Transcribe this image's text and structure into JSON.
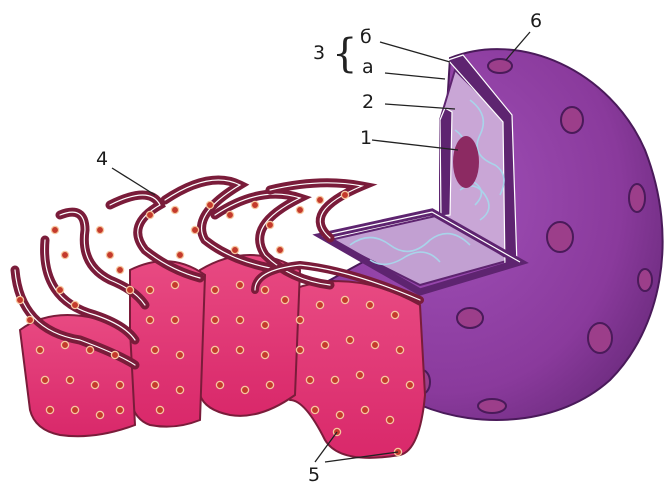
{
  "labels": {
    "l1": "1",
    "l2": "2",
    "l3": "3",
    "l3a": "а",
    "l3b": "б",
    "l4": "4",
    "l5": "5",
    "l6": "6",
    "brace": "{"
  },
  "colors": {
    "nucleus_outer": "#8a3a9c",
    "nucleus_dark": "#5e2470",
    "nucleoplasm": "#c9a6d6",
    "chromatin": "#a9d4ea",
    "nucleolus": "#8c2a62",
    "er_fill": "#e0356f",
    "er_dark": "#7a1c3a",
    "ribosome": "#c43a2c",
    "membrane_line": "#ffffff"
  }
}
